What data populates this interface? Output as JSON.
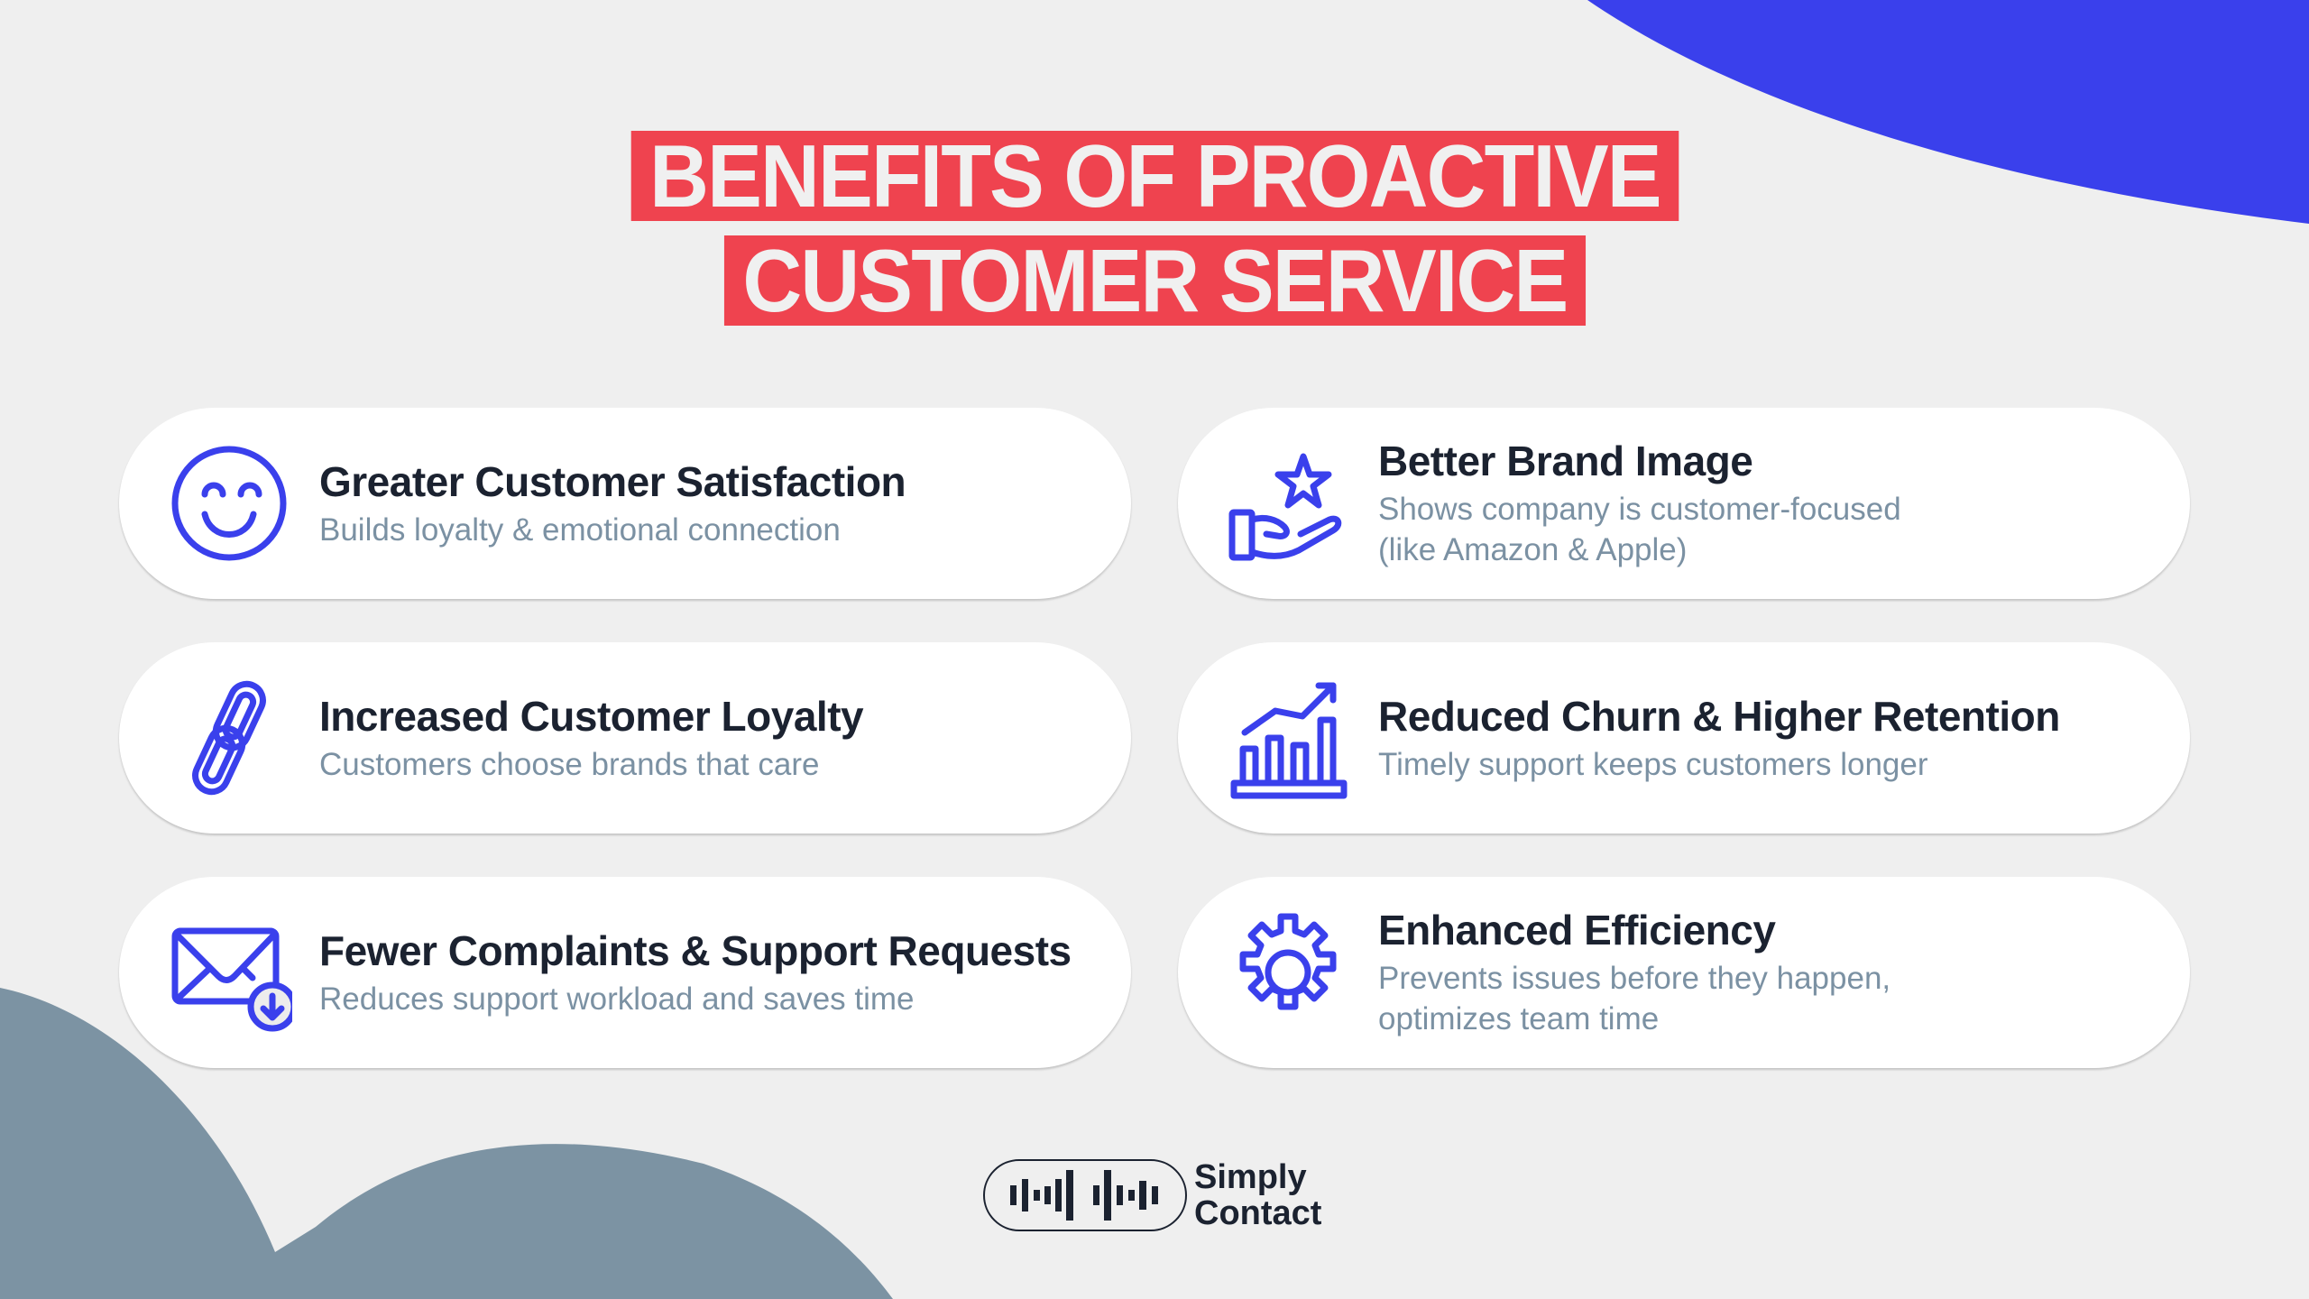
{
  "title": {
    "line1": "BENEFITS OF PROACTIVE",
    "line2": "CUSTOMER SERVICE"
  },
  "colors": {
    "background": "#efefef",
    "title_bg": "#ef434f",
    "title_text": "#f0f0f0",
    "accent_blue": "#3a40ec",
    "slate_shape": "#7c93a3",
    "heading_text": "#1b2230",
    "sub_text": "#7b91a3",
    "card_bg": "#ffffff"
  },
  "cards": [
    {
      "icon": "smiley-face-icon",
      "heading": "Greater Customer Satisfaction",
      "sub": "Builds loyalty & emotional connection"
    },
    {
      "icon": "hand-star-icon",
      "heading": "Better Brand Image",
      "sub": "Shows company is customer-focused\n(like Amazon & Apple)"
    },
    {
      "icon": "chain-link-icon",
      "heading": "Increased Customer Loyalty",
      "sub": "Customers choose brands that care"
    },
    {
      "icon": "growth-chart-icon",
      "heading": "Reduced Churn & Higher Retention",
      "sub": "Timely support keeps customers longer"
    },
    {
      "icon": "envelope-download-icon",
      "heading": "Fewer Complaints & Support Requests",
      "sub": "Reduces support workload and saves time"
    },
    {
      "icon": "gear-icon",
      "heading": "Enhanced Efficiency",
      "sub": "Prevents issues before they happen,\noptimizes team time"
    }
  ],
  "logo": {
    "icon": "soundwave-icon",
    "line1": "Simply",
    "line2": "Contact"
  }
}
